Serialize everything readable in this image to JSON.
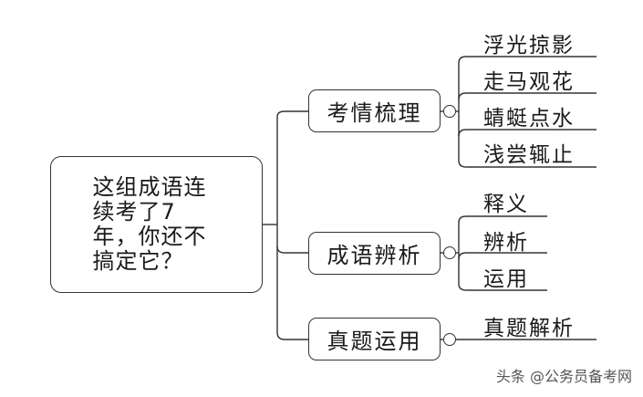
{
  "root": {
    "label": "这组成语连续考了7年，你还不搞定它？"
  },
  "branches": [
    {
      "label": "考情梳理",
      "leaves": [
        "浮光掠影",
        "走马观花",
        "蜻蜓点水",
        "浅尝辄止"
      ]
    },
    {
      "label": "成语辨析",
      "leaves": [
        "释义",
        "辨析",
        "运用"
      ]
    },
    {
      "label": "真题运用",
      "leaves": [
        "真题解析"
      ]
    }
  ],
  "watermark": "头条 @公务员备考网"
}
